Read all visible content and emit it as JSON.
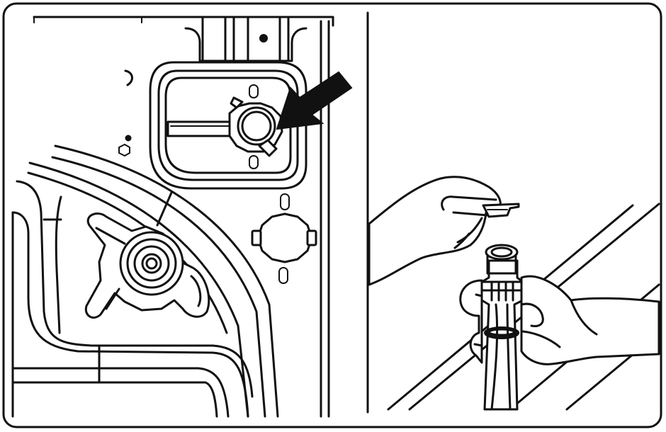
{
  "figure": {
    "panels": [
      {
        "id": "left",
        "content": "hose-outlet-on-appliance-back"
      },
      {
        "id": "right",
        "content": "hands-checking-filter-in-hose-end"
      }
    ],
    "icons": [
      "arrow-icon",
      "hose-connector-icon",
      "hand-icon",
      "filter-screen-icon"
    ],
    "colors": {
      "line": "#111111",
      "background": "#ffffff"
    }
  }
}
